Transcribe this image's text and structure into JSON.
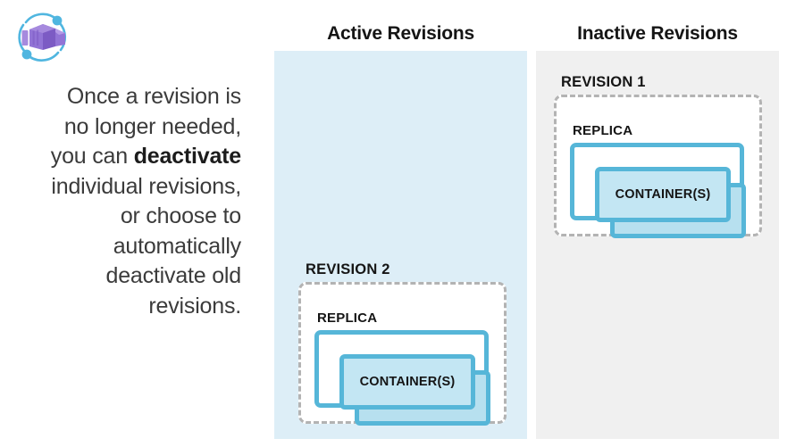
{
  "logo": {
    "name": "azure-container-apps-logo",
    "colors": {
      "box": "#8661c5",
      "box_light": "#a68ade",
      "orbit": "#50b6e0"
    }
  },
  "caption": {
    "line1": "Once a revision is",
    "line2": "no longer needed,",
    "line3_pre": "you can ",
    "line3_bold": "deactivate",
    "line4": "individual revisions,",
    "line5": "or choose to",
    "line6": "automatically",
    "line7": "deactivate old",
    "line8": "revisions."
  },
  "columns": [
    {
      "id": "active",
      "title": "Active Revisions",
      "background": "#ddeef7"
    },
    {
      "id": "inactive",
      "title": "Inactive Revisions",
      "background": "#f0f0f0"
    }
  ],
  "revisions": [
    {
      "id": "revision-1",
      "label": "REVISION 1",
      "column": "inactive",
      "replica_label": "REPLICA",
      "container_label": "CONTAINER(S)",
      "container_count": 2
    },
    {
      "id": "revision-2",
      "label": "REVISION 2",
      "column": "active",
      "replica_label": "REPLICA",
      "container_label": "CONTAINER(S)",
      "container_count": 2
    }
  ],
  "palette": {
    "container_border": "#56b6d8",
    "container_fill": "#c3e6f3",
    "container_fill_back": "#b7e0ef",
    "revision_dash": "#b3b3b3",
    "text_dark": "#151515"
  }
}
